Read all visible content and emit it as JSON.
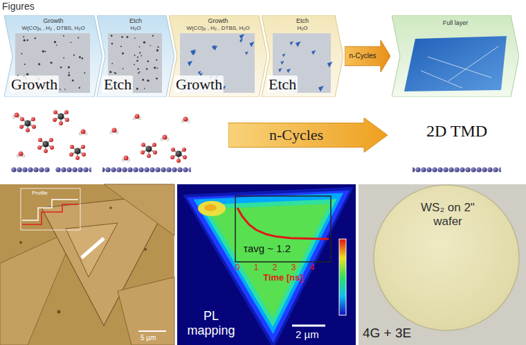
{
  "diagram": {
    "title": "Figures",
    "nodes": [
      {
        "text": [
          "Growth",
          "W(CO)₆ , H₂ , DTBS, H₂O",
          "Growth"
        ]
      },
      {
        "text": [
          "Etch",
          "H₂O",
          "Etch"
        ]
      },
      {
        "text": [
          "Growth",
          "W(CO)₆ , H₂ , DTBS, H₂O",
          "Growth"
        ]
      },
      {
        "text": [
          "Etch",
          "H₂O",
          "Etch"
        ]
      },
      {
        "text": [
          "n-Cycles"
        ]
      },
      {
        "text": [
          "Full layer"
        ]
      },
      {
        "text": [
          "n-Cycles"
        ]
      }
    ],
    "labels": [
      "2D TMD",
      "Profile",
      "5 µm",
      "τavg ~ 1.2",
      "0",
      "1",
      "2",
      "3",
      "4",
      "Time [ns]",
      "PL mapping",
      "2 µm",
      "WS₂ on 2\" wafer",
      "4G + 3E"
    ]
  }
}
